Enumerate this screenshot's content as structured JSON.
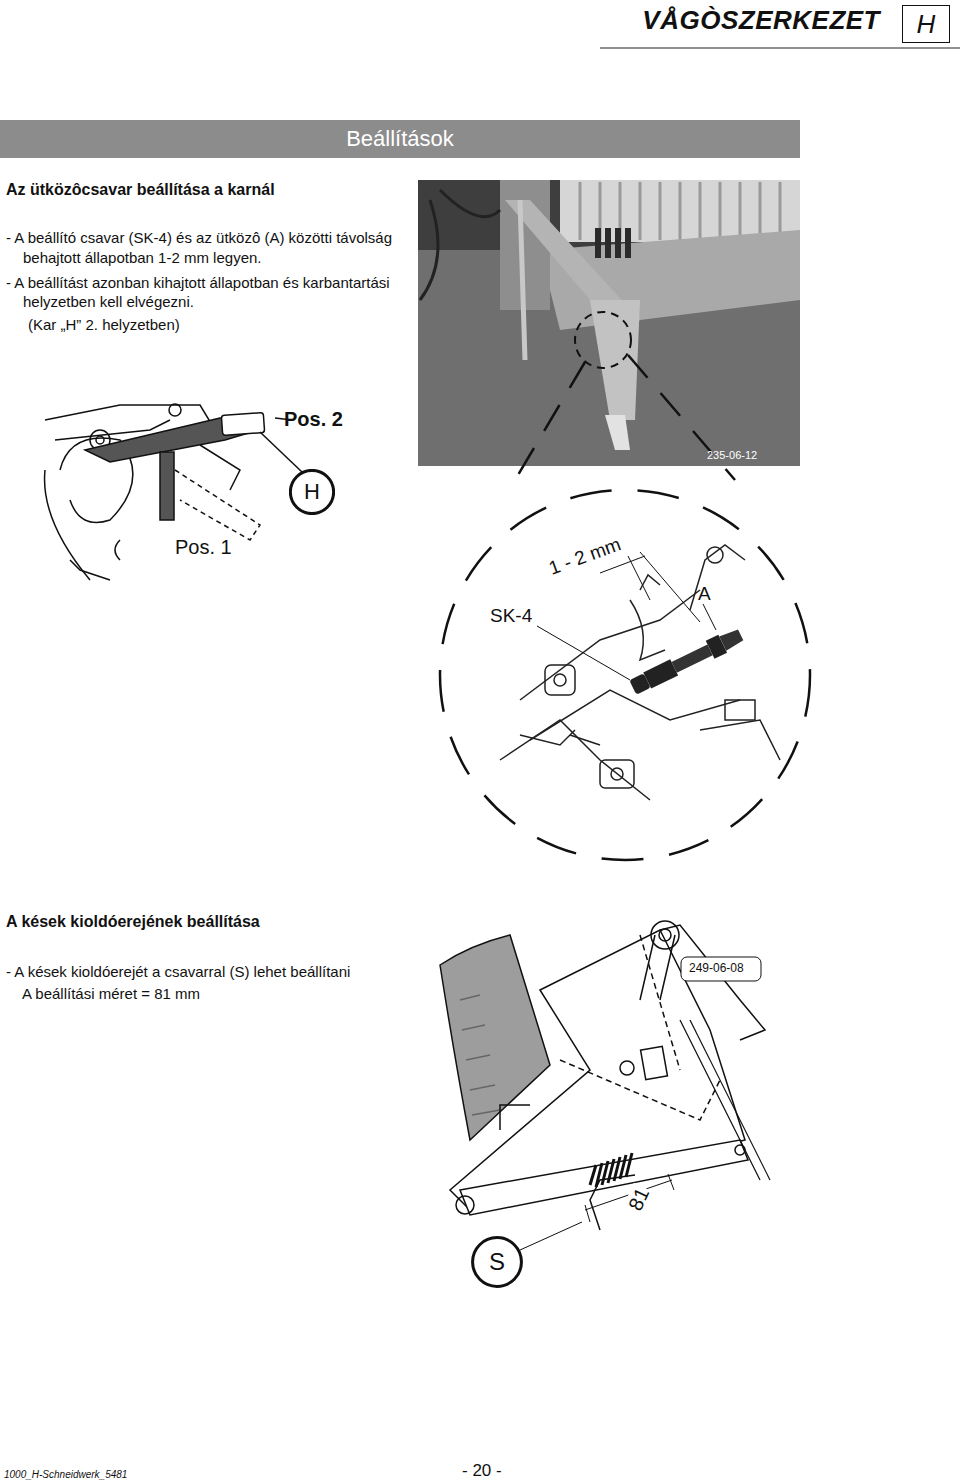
{
  "diagram": {
    "title": "VÅGÒSZERKEZET",
    "nodes": [
      {
        "text": [
          "H"
        ]
      },
      {
        "text": [
          "Beállítások"
        ]
      },
      {
        "text": [
          "H"
        ]
      },
      {
        "text": [
          "S"
        ]
      }
    ],
    "labels": [
      "Az ütközôcsavar beállítása a karnál",
      "- A beállító csavar (SK-4) és az ütközô (A) közötti távolság behajtott állapotban 1-2 mm legyen.",
      "- A beállítást azonban kihajtott állapotban és karbantartási helyzetben kell elvégezni.",
      "(Kar „H” 2. helyzetben)",
      "Pos. 2",
      "Pos. 1",
      "235-06-12",
      "1 - 2 mm",
      "SK-4",
      "A",
      "A kések kioldóerejének beállítása",
      "- A kések kioldóerejét a csavarral (S) lehet beállítani",
      "A beállítási méret = 81 mm",
      "249-06-08",
      "81",
      "1000_H-Schneidwerk_5481",
      "- 20 -"
    ]
  }
}
